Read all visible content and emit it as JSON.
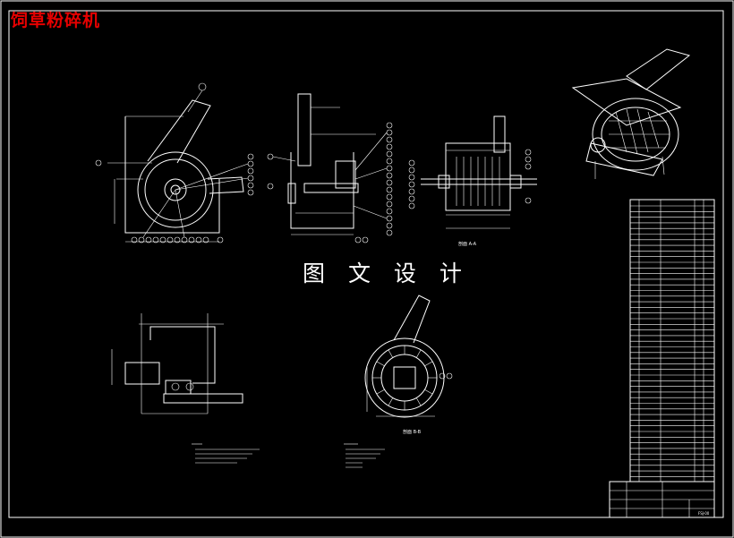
{
  "title": "饲草粉碎机",
  "watermark": "图 文 设 计",
  "colors": {
    "background": "#000000",
    "lines": "#ffffff",
    "title": "#e60000"
  },
  "views": [
    {
      "id": "front-view",
      "name": "front elevation"
    },
    {
      "id": "side-view",
      "name": "side elevation"
    },
    {
      "id": "section-view",
      "name": "rotor section",
      "caption": "剖面 A-A"
    },
    {
      "id": "plan-view",
      "name": "plan view"
    },
    {
      "id": "rotor-view",
      "name": "rotor disc view",
      "caption": "剖面 B-B"
    },
    {
      "id": "isometric-view",
      "name": "3D rendering"
    }
  ],
  "title_block": {
    "drawing_no": "FSJ-00"
  }
}
